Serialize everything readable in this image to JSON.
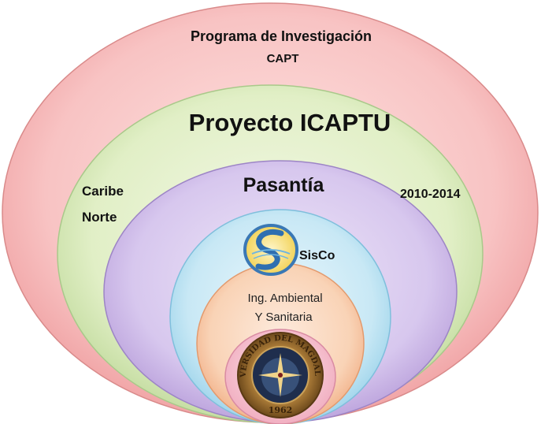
{
  "levels": {
    "program": {
      "title_line1": "Programa de Investigación",
      "title_line2": "CAPT",
      "color": "#f4a6a6"
    },
    "project": {
      "title": "Proyecto ICAPTU",
      "left_line1": "Caribe",
      "left_line2": "Norte",
      "right_label": "2010-2014",
      "color": "#d8eab8"
    },
    "internship": {
      "title": "Pasantía",
      "color": "#c9b5e3"
    },
    "group": {
      "title": "SisCo",
      "logo_letter": "S",
      "color": "#b5dff0"
    },
    "program_degree": {
      "line1": "Ing. Ambiental",
      "line2": "Y Sanitaria",
      "color": "#f6c29c"
    },
    "university": {
      "seal_text": "UNIVERSIDAD DEL MAGDALENA",
      "seal_year": "1962",
      "color": "#f2b8c6"
    }
  }
}
